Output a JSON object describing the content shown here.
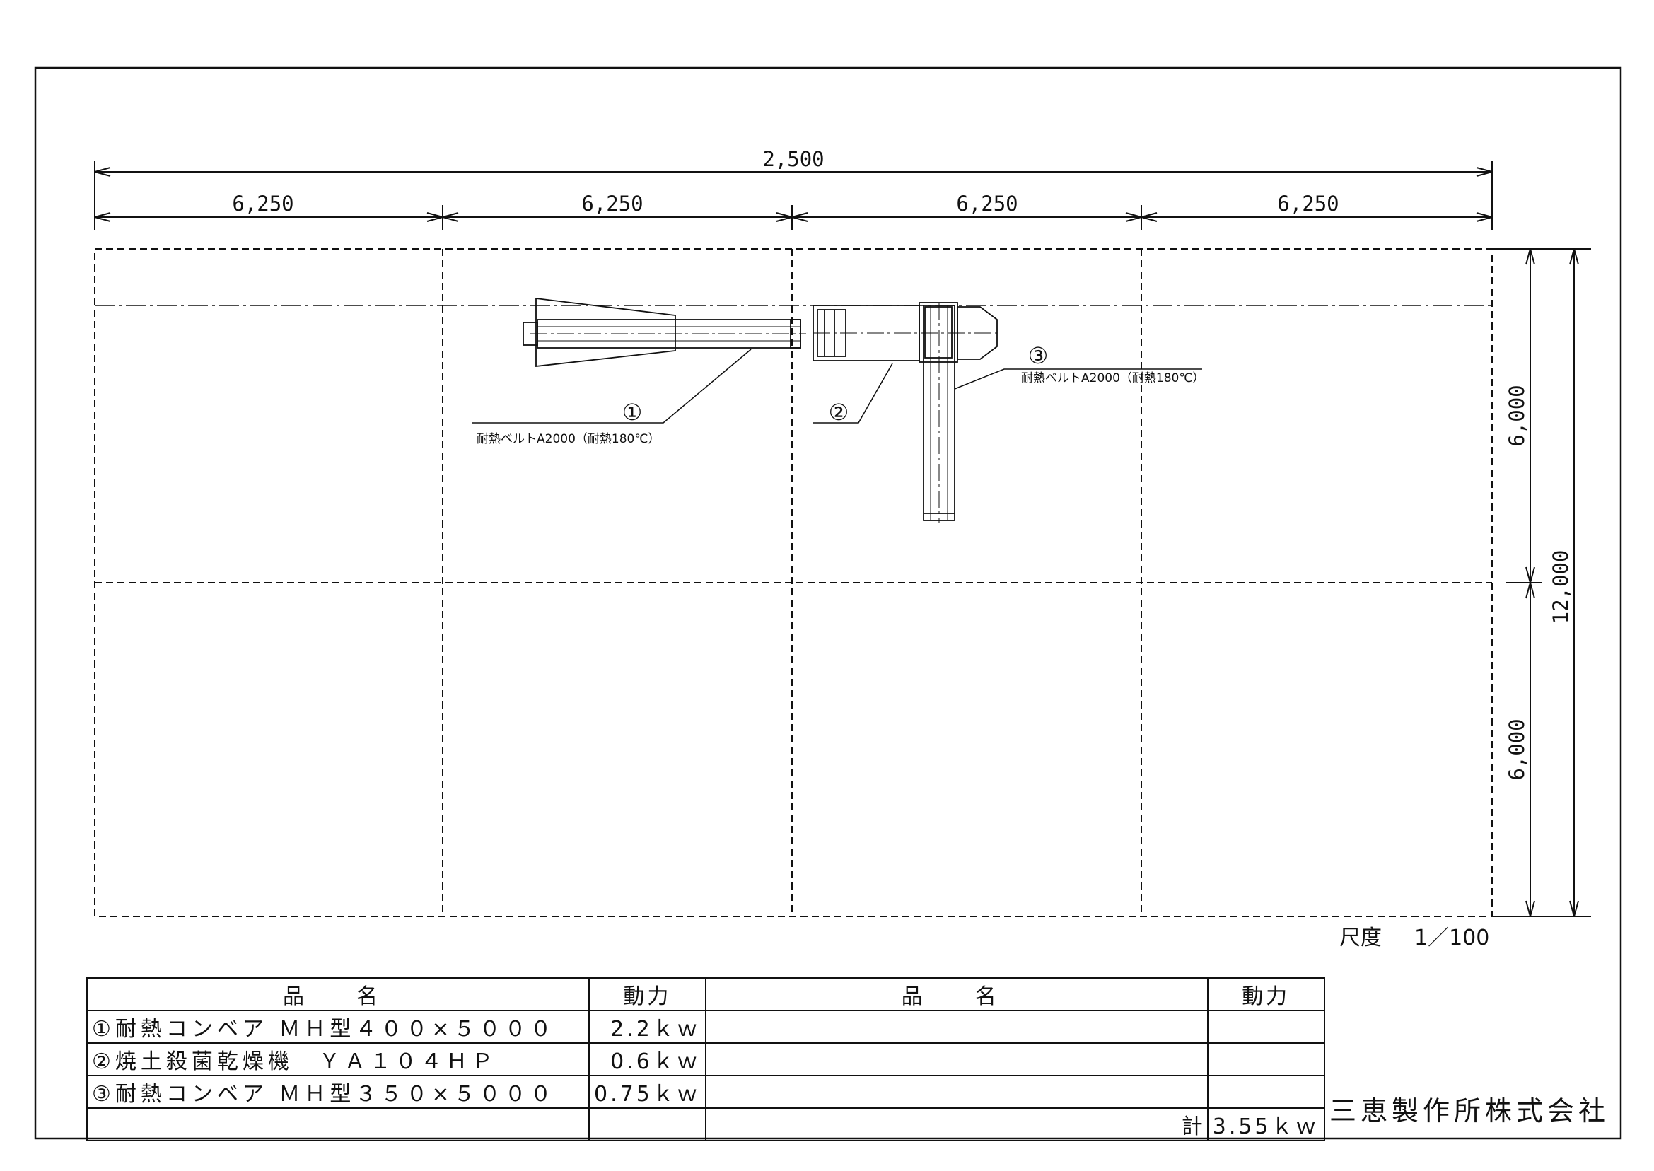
{
  "dimensions": {
    "total_width": "2,500",
    "segments": [
      "6,250",
      "6,250",
      "6,250",
      "6,250"
    ],
    "height_upper": "6,000",
    "height_lower": "6,000",
    "total_height": "12,000"
  },
  "callouts": [
    {
      "marker": "①",
      "note": "耐熱ベルトA2000（耐熱180℃）"
    },
    {
      "marker": "②",
      "note": ""
    },
    {
      "marker": "③",
      "note": "耐熱ベルトA2000（耐熱180℃）"
    }
  ],
  "scale": {
    "label": "尺度",
    "value": "1／100"
  },
  "parts_table": {
    "headers": {
      "name": "品　名",
      "power": "動力",
      "name2": "品　名",
      "power2": "動力"
    },
    "rows": [
      {
        "name": "①耐熱コンベア ＭＨ型４００×５０００",
        "power": "2.2ｋｗ"
      },
      {
        "name": "②焼土殺菌乾燥機　ＹＡ１０４ＨＰ",
        "power": "0.6ｋｗ"
      },
      {
        "name": "③耐熱コンベア ＭＨ型３５０×５０００",
        "power": "0.75ｋｗ"
      }
    ],
    "total_label": "計",
    "total_value": "3.55ｋｗ"
  },
  "company": "三恵製作所株式会社"
}
